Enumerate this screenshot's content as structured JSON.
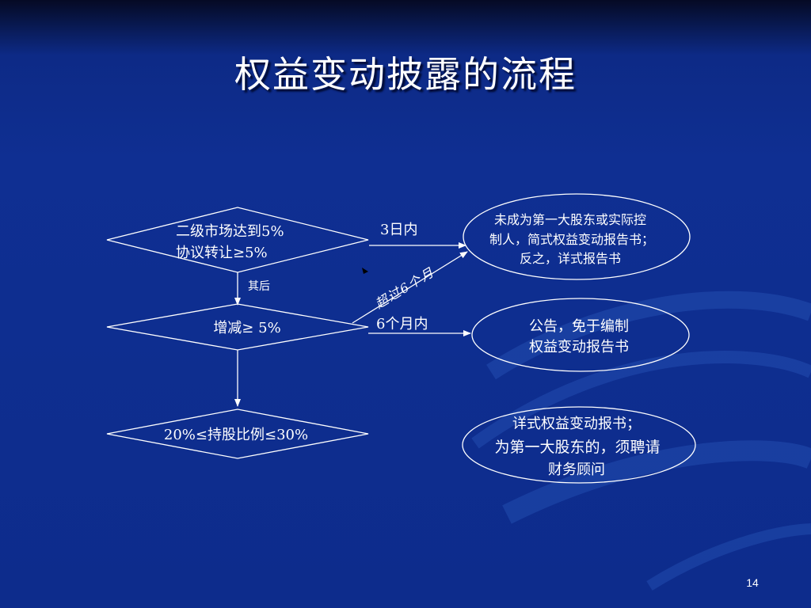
{
  "slide": {
    "title": "权益变动披露的流程",
    "page_number": "14"
  },
  "nodes": {
    "decision_1": {
      "line1": "二级市场达到5%",
      "line2": "协议转让≥5%"
    },
    "decision_2": {
      "text": "增减≥ 5%"
    },
    "decision_3": {
      "text": "20%≤持股比例≤30%"
    },
    "result_1": {
      "line1": "未成为第一大股东或实际控",
      "line2": "制人，简式权益变动报告书；",
      "line3": "反之，详式报告书"
    },
    "result_2": {
      "line1": "公告，免于编制",
      "line2": "权益变动报告书"
    },
    "result_3": {
      "line1": "详式权益变动报书；",
      "line2": "为第一大股东的，须聘请",
      "line3": "财务顾问"
    }
  },
  "edges": {
    "within_3_days": "3日内",
    "afterwards": "其后",
    "within_6_months": "6个月内",
    "over_6_months": "超过6个月"
  },
  "colors": {
    "background": "#0f2f92",
    "foreground": "#ffffff"
  }
}
